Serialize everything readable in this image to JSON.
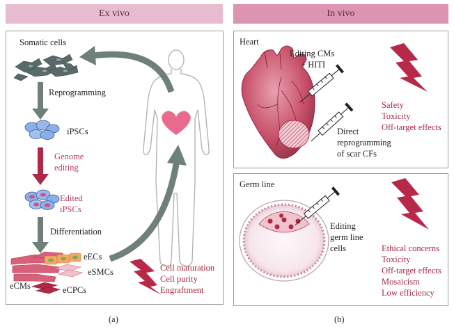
{
  "headers": {
    "ex_vivo": "Ex vivo",
    "in_vivo": "In vivo"
  },
  "ex_vivo": {
    "somatic_cells": "Somatic cells",
    "reprogramming": "Reprogramming",
    "ipscs": "iPSCs",
    "genome_editing_1": "Genome",
    "genome_editing_2": "editing",
    "edited_1": "Edited",
    "edited_2": "iPSCs",
    "differentiation": "Differentiation",
    "eecs": "eECs",
    "esmcs": "eSMCs",
    "ecms": "eCMs",
    "ecpcs": "eCPCs",
    "risks": [
      "Cell maturation",
      "Cell purity",
      "Engraftment"
    ]
  },
  "heart_panel": {
    "title": "Heart",
    "editing_1": "Editing CMs",
    "editing_2": "+ HITI",
    "direct_1": "Direct",
    "direct_2": "reprogramming",
    "direct_3": "of scar CFs",
    "risks": [
      "Safety",
      "Toxicity",
      "Off-target effects"
    ]
  },
  "germ_panel": {
    "title": "Germ line",
    "editing_1": "Editing",
    "editing_2": "germ line",
    "editing_3": "cells",
    "risks": [
      "Ethical concerns",
      "Toxicity",
      "Off-target effects",
      "Mosaicism",
      "Low efficiency"
    ]
  },
  "captions": {
    "a": "(a)",
    "b": "(b)"
  },
  "colors": {
    "ex_header": "#e8bcd0",
    "in_header": "#dd94b0",
    "arrow_grey": "#6e8078",
    "arrow_red": "#b02848",
    "lightning": "#b82848",
    "heart": "#e86a8c"
  }
}
